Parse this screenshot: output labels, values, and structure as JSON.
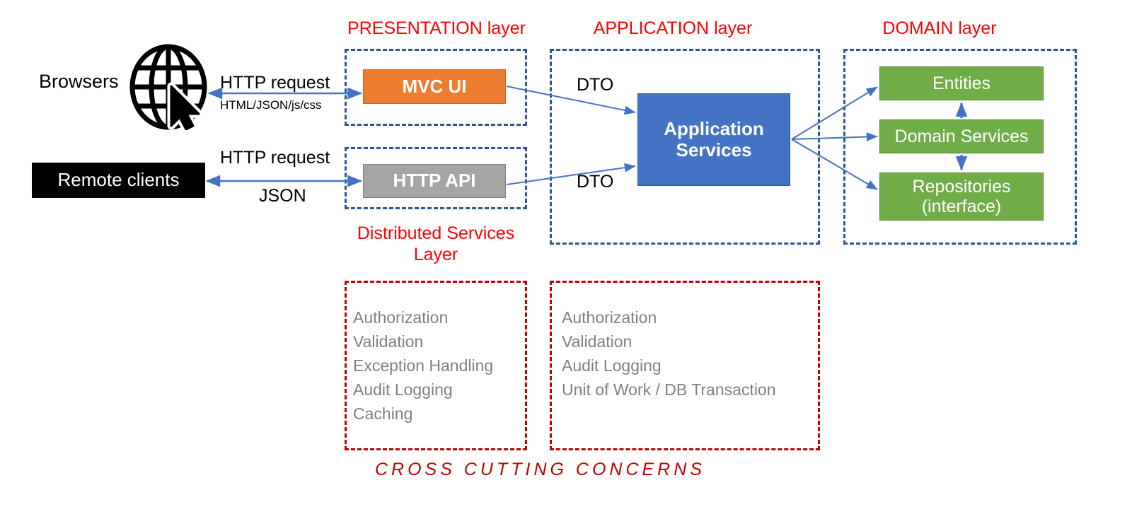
{
  "diagram": {
    "title": "Layered / Domain-Driven Architecture Diagram",
    "colors": {
      "layer_label": "#FF0000",
      "layer_border": "#2E5496",
      "ccc_border": "#C00000",
      "ccc_text": "#808080",
      "mvc": "#ED7D31",
      "api": "#A5A5A5",
      "app_services": "#4472C4",
      "domain": "#70AD47",
      "client_black": "#000000",
      "arrow": "#4472C4"
    }
  },
  "layer_labels": {
    "presentation": "PRESENTATION layer",
    "application": "APPLICATION layer",
    "domain": "DOMAIN layer",
    "distributed_services_line1": "Distributed Services",
    "distributed_services_line2": "Layer"
  },
  "clients": {
    "browsers": "Browsers",
    "remote_clients": "Remote clients"
  },
  "presentation": {
    "mvc_ui": "MVC UI",
    "http_api": "HTTP API"
  },
  "application": {
    "app_services_line1": "Application",
    "app_services_line2": "Services"
  },
  "domain": {
    "entities": "Entities",
    "domain_services": "Domain Services",
    "repositories_line1": "Repositories",
    "repositories_line2": "(interface)"
  },
  "edge_labels": {
    "browser_request": "HTTP request",
    "browser_response": "HTML/JSON/js/css",
    "remote_request": "HTTP request",
    "remote_response": "JSON",
    "dto_top": "DTO",
    "dto_bottom": "DTO"
  },
  "cross_cutting": {
    "footer": "CROSS  CUTTING  CONCERNS",
    "presentation_concerns": [
      "Authorization",
      "Validation",
      "Exception Handling",
      "Audit Logging",
      "Caching"
    ],
    "application_concerns": [
      "Authorization",
      "Validation",
      "Audit Logging",
      "Unit of Work / DB Transaction"
    ]
  }
}
